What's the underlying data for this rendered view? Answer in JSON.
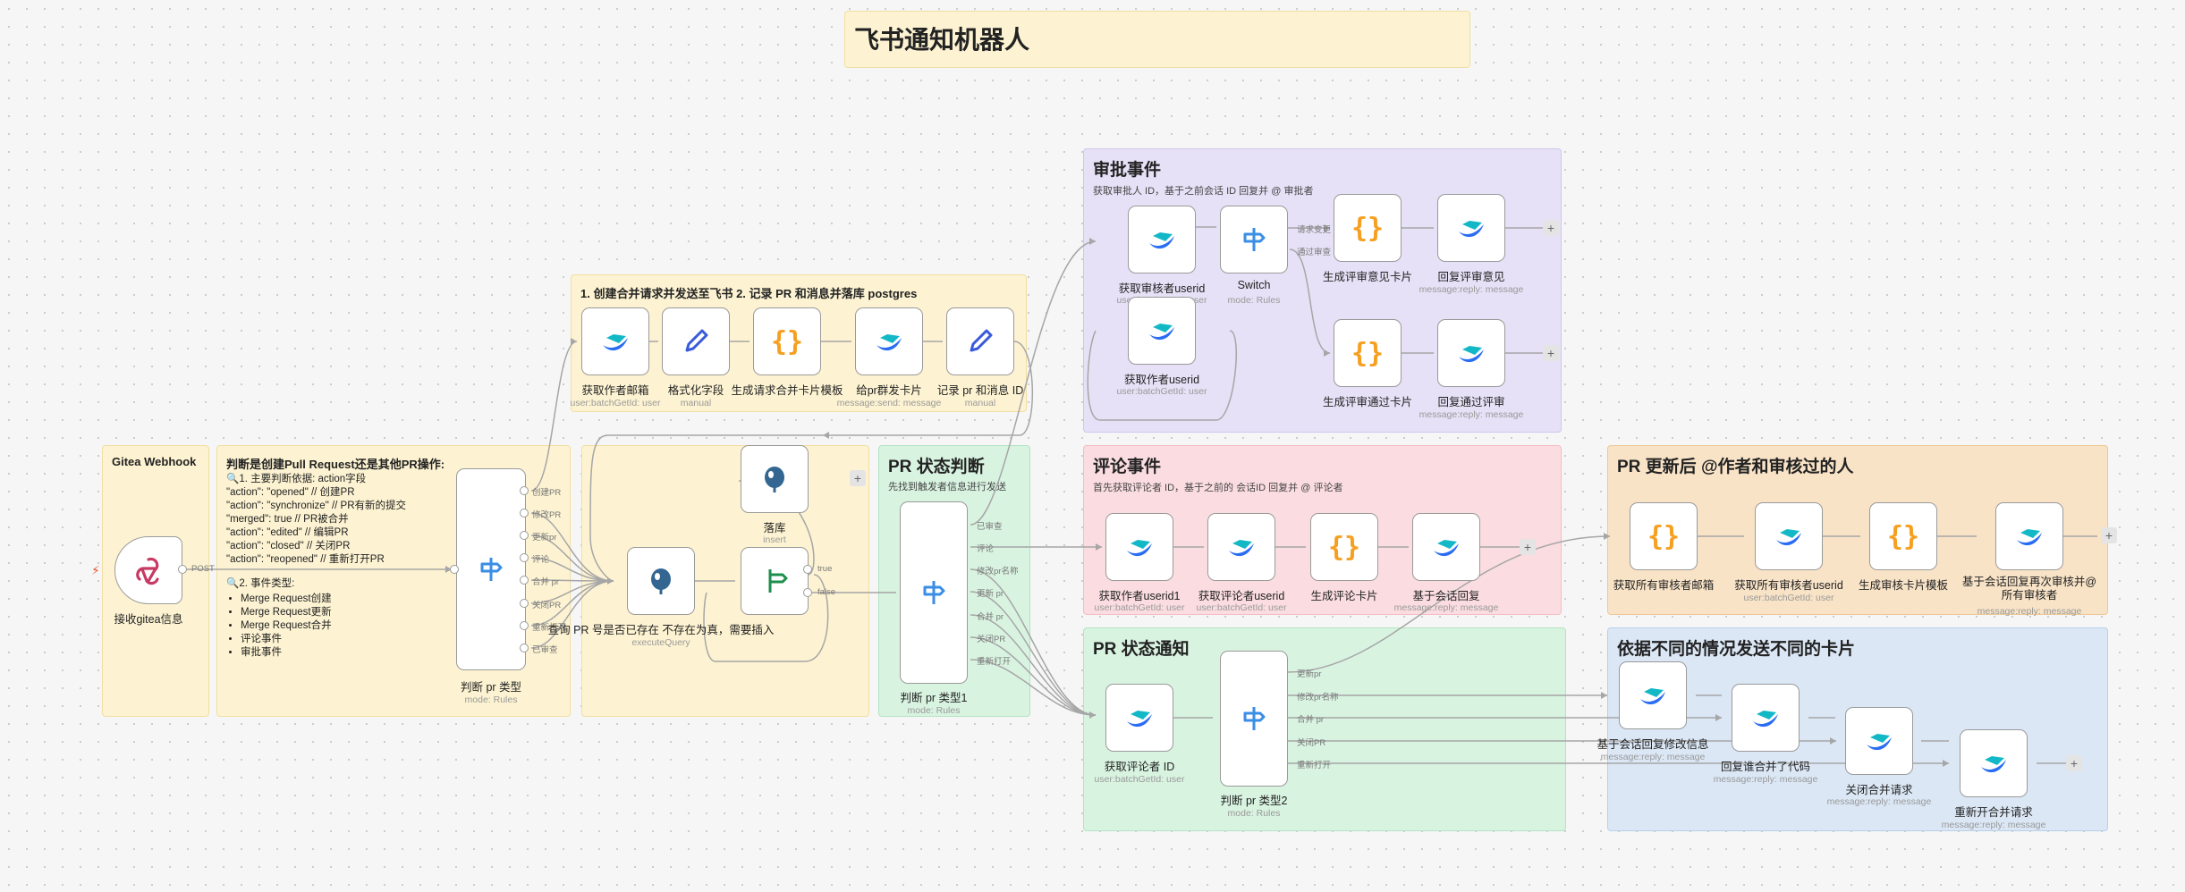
{
  "title": "飞书通知机器人",
  "colors": {
    "lark_blue": "#2a6df4",
    "lark_teal": "#13b8c7",
    "code_orange": "#f5a021",
    "edit_blue": "#3a5bd9",
    "pg_blue": "#336791",
    "switch_blue": "#3a8ee6",
    "if_green": "#1d8f4b",
    "webhook_pink": "#d6336c"
  },
  "stickies": {
    "webhook": {
      "title": "Gitea Webhook"
    },
    "judge": {
      "title": "判断是创建Pull Request还是其他PR操作:",
      "sec1": "🔍1. 主要判断依据: action字段",
      "lines": [
        "\"action\": \"opened\" // 创建PR",
        "\"action\": \"synchronize\" // PR有新的提交",
        "\"merged\": true // PR被合并",
        "\"action\": \"edited\" // 编辑PR",
        "\"action\": \"closed\" // 关闭PR",
        "\"action\": \"reopened\" // 重新打开PR"
      ],
      "sec2": "🔍2. 事件类型:",
      "bullets": [
        "Merge Request创建",
        "Merge Request更新",
        "Merge Request合并",
        "评论事件",
        "审批事件"
      ]
    },
    "create": {
      "title": "1. 创建合并请求并发送至飞书 2. 记录 PR 和消息并落库 postgres"
    },
    "status_judge": {
      "title": "PR 状态判断",
      "subtitle": "先找到触发者信息进行发送"
    },
    "approval": {
      "title": "审批事件",
      "subtitle": "获取审批人 ID，基于之前会话 ID 回复并 @ 审批者"
    },
    "comment": {
      "title": "评论事件",
      "subtitle": "首先获取评论者 ID，基于之前的 会话ID 回复并 @ 评论者"
    },
    "status_notify": {
      "title": "PR 状态通知"
    },
    "updated": {
      "title": "PR 更新后 @作者和审核过的人"
    },
    "cards": {
      "title": "依据不同的情况发送不同的卡片"
    }
  },
  "nodes": {
    "webhook": {
      "label": "接收gitea信息",
      "out_label": "POST",
      "icon": "webhook-icon"
    },
    "switch_type": {
      "label": "判断 pr 类型",
      "sub": "mode: Rules",
      "outputs": [
        "创建PR",
        "修改PR",
        "更新pr",
        "评论",
        "合并 pr",
        "关闭PR",
        "重新打开",
        "已审查"
      ]
    },
    "get_author_email": {
      "label": "获取作者邮箱",
      "sub": "user:batchGetId: user"
    },
    "format_fields": {
      "label": "格式化字段",
      "sub": "manual"
    },
    "gen_card_tpl": {
      "label": "生成请求合并卡片模板",
      "sub": ""
    },
    "send_group_card": {
      "label": "给pr群发卡片",
      "sub": "message:send: message"
    },
    "record_pr": {
      "label": "记录 pr 和消息 ID",
      "sub": "manual"
    },
    "query_pr": {
      "label": "查询 PR 号是否已存在 不存在为真，需要插入",
      "sub": "executeQuery"
    },
    "if_exists": {
      "label": "",
      "outputs": [
        "true",
        "false"
      ]
    },
    "insert_db": {
      "label": "落库",
      "sub": "insert"
    },
    "switch_type1": {
      "label": "判断 pr 类型1",
      "sub": "mode: Rules",
      "outputs": [
        "已审查",
        "评论",
        "修改pr名称",
        "更新 pr",
        "合并 pr",
        "关闭PR",
        "重新打开"
      ]
    },
    "get_reviewer_uid": {
      "label": "获取审核者userid",
      "sub": "user:batchGetId: user"
    },
    "switch_approval": {
      "label": "Switch",
      "sub": "mode: Rules",
      "outputs": [
        "请求变更",
        "通过审查"
      ]
    },
    "gen_review_card": {
      "label": "生成评审意见卡片",
      "sub": ""
    },
    "reply_review": {
      "label": "回复评审意见",
      "sub": "message:reply: message"
    },
    "get_author_uid": {
      "label": "获取作者userid",
      "sub": "user:batchGetId: user"
    },
    "gen_pass_card": {
      "label": "生成评审通过卡片",
      "sub": ""
    },
    "reply_pass": {
      "label": "回复通过评审",
      "sub": "message:reply: message"
    },
    "get_author_uid1": {
      "label": "获取作者userid1",
      "sub": "user:batchGetId: user"
    },
    "get_commenter_uid": {
      "label": "获取评论者userid",
      "sub": "user:batchGetId: user"
    },
    "gen_comment_card": {
      "label": "生成评论卡片",
      "sub": ""
    },
    "reply_session": {
      "label": "基于会话回复",
      "sub": "message:reply: message"
    },
    "get_commenter_id": {
      "label": "获取评论者 ID",
      "sub": "user:batchGetId: user"
    },
    "switch_type2": {
      "label": "判断 pr 类型2",
      "sub": "mode: Rules",
      "outputs": [
        "更新pr",
        "修改pr名称",
        "合并 pr",
        "关闭PR",
        "重新打开"
      ]
    },
    "get_all_reviewer_email": {
      "label": "获取所有审核者邮箱",
      "sub": ""
    },
    "get_all_reviewer_uid": {
      "label": "获取所有审核者userid",
      "sub": "user:batchGetId: user"
    },
    "gen_review_tpl": {
      "label": "生成审核卡片模板",
      "sub": ""
    },
    "reply_reviewers": {
      "label": "基于会话回复再次审核并@所有审核者",
      "sub": "message:reply: message"
    },
    "reply_modify": {
      "label": "基于会话回复修改信息",
      "sub": "message:reply: message"
    },
    "reply_merged": {
      "label": "回复谁合并了代码",
      "sub": "message:reply: message"
    },
    "close_mr": {
      "label": "关闭合并请求",
      "sub": "message:reply: message"
    },
    "reopen_mr": {
      "label": "重新开合并请求",
      "sub": "message:reply: message"
    }
  }
}
